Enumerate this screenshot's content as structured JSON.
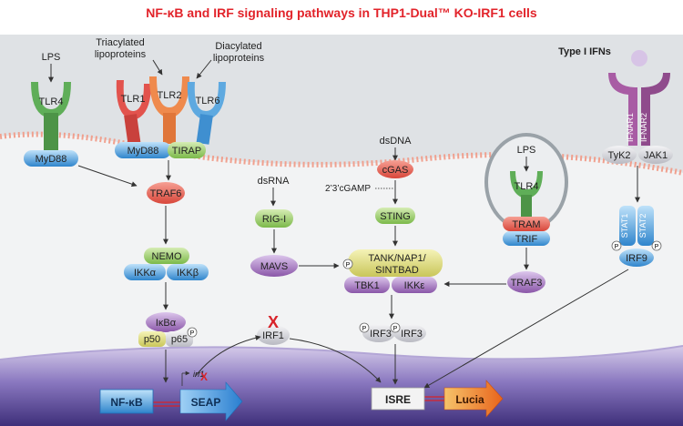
{
  "title": "NF-κB and IRF signaling pathways in THP1-Dual™ KO-IRF1 cells",
  "labels": {
    "lps_left": "LPS",
    "tlr4_left": "TLR4",
    "myd88_left": "MyD88",
    "triacylated": [
      "Triacylated",
      "lipoproteins"
    ],
    "diacylated": [
      "Diacylated",
      "lipoproteins"
    ],
    "tlr1": "TLR1",
    "tlr2": "TLR2",
    "tlr6": "TLR6",
    "myd88_mid": "MyD88",
    "tirap": "TIRAP",
    "traf6": "TRAF6",
    "nemo": "NEMO",
    "ikka": "IKKα",
    "ikkb": "IKKβ",
    "ikba": "IκBα",
    "p50": "p50",
    "p65": "p65",
    "p_marker": "P",
    "dsrna": "dsRNA",
    "rigi": "RIG-I",
    "mavs": "MAVS",
    "irf1": "IRF1",
    "irf1_gene": "irf1",
    "x_mark": "X",
    "dsdna": "dsDNA",
    "cgas": "cGAS",
    "cgamp": "2’3’cGAMP",
    "sting": "STING",
    "tank": [
      "TANK/NAP1/",
      "SINTBAD"
    ],
    "tbk1": "TBK1",
    "ikke": "IKKε",
    "irf3_a": "IRF3",
    "irf3_b": "IRF3",
    "lps_endo": "LPS",
    "tlr4_endo": "TLR4",
    "tram": "TRAM",
    "trif": "TRIF",
    "traf3": "TRAF3",
    "type1_ifns": "Type I IFNs",
    "ifnar1": "IFNAR1",
    "ifnar2": "IFNAR2",
    "tyk2": "TyK2",
    "jak1": "JAK1",
    "stat1": "STAT1",
    "stat2": "STAT2",
    "irf9": "IRF9",
    "nfkb": "NF-κB",
    "seap": "SEAP",
    "isre": "ISRE",
    "lucia": "Lucia"
  },
  "colors": {
    "title": "#e2232a",
    "cytoplasm": "#e9ebed",
    "membrane": "#f0a08e",
    "nucleus_top": "#c9bde4",
    "nucleus_bottom": "#4a3a8a",
    "tlr_green": "#55a14f",
    "tlr_red": "#e2534d",
    "tlr_orange": "#ef8a4d",
    "tlr_blue": "#5ea9e0",
    "receptor_purple": "#a85ca4",
    "node_red": "#e25a4a",
    "node_green": "#8cc35a",
    "node_blue": "#3d93d6",
    "node_purple": "#8e5ba8",
    "node_gray": "#c9cad0",
    "node_orange": "#f39c3a",
    "x_red": "#d8232a"
  }
}
